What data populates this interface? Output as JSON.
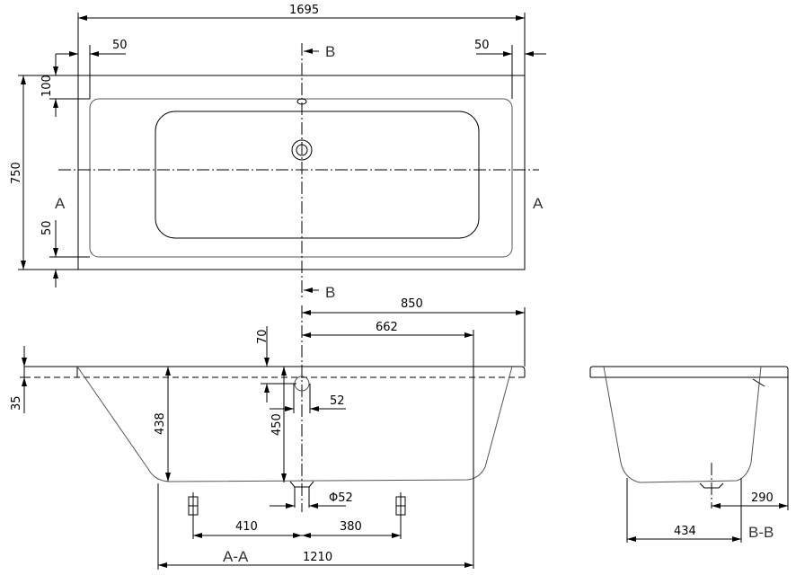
{
  "top_view": {
    "overall_length": "1695",
    "rim_left": "50",
    "rim_right": "50",
    "overall_width": "750",
    "rim_top": "100",
    "rim_bottom": "50",
    "section_a_label_left": "A",
    "section_a_label_right": "A",
    "section_b_label_top": "B",
    "section_b_label_bottom": "B"
  },
  "section_a": {
    "title": "A-A",
    "dim_850": "850",
    "dim_662": "662",
    "dim_70": "70",
    "dim_35": "35",
    "dim_438": "438",
    "dim_450": "450",
    "dim_52": "52",
    "dim_drain": "Φ52",
    "dim_410": "410",
    "dim_380": "380",
    "dim_1210": "1210"
  },
  "section_b": {
    "title": "B-B",
    "dim_290": "290",
    "dim_434": "434"
  }
}
